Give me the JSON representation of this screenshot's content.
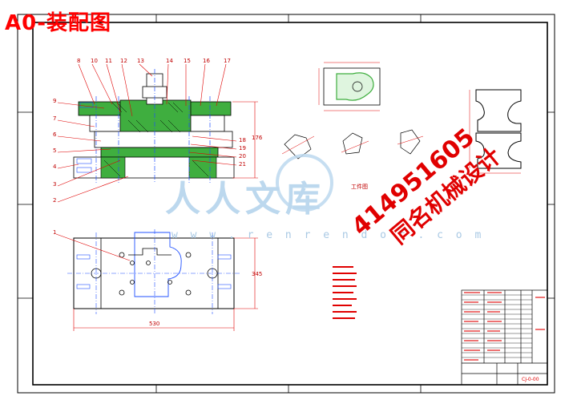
{
  "drawing": {
    "title": "A0-装配图",
    "watermark_site": "w w w . r e n r e n d o c . c o m",
    "watermark_logo": "人人文库",
    "promo_number": "414951605",
    "promo_text": "同名机械设计",
    "colors": {
      "paper": "#ffffff",
      "frame": "#000000",
      "section": "#3fae3f",
      "center": "#2050ff",
      "dimension": "#e00000",
      "title_red": "#ff0000",
      "watermark": "#bcd8ee"
    },
    "part_labels_top": [
      "8",
      "10",
      "11",
      "12",
      "13",
      "14",
      "15",
      "16",
      "17"
    ],
    "part_labels_left": [
      "9",
      "7",
      "6",
      "5",
      "4",
      "3",
      "2"
    ],
    "part_labels_right": [
      "18",
      "19",
      "20",
      "21"
    ],
    "plan_label": "1",
    "plan_width_dim": "530",
    "side_dim": "176",
    "plan_height_dim": "345",
    "workpiece_label": "工件图",
    "sheet_code": "CJ-0-00"
  }
}
